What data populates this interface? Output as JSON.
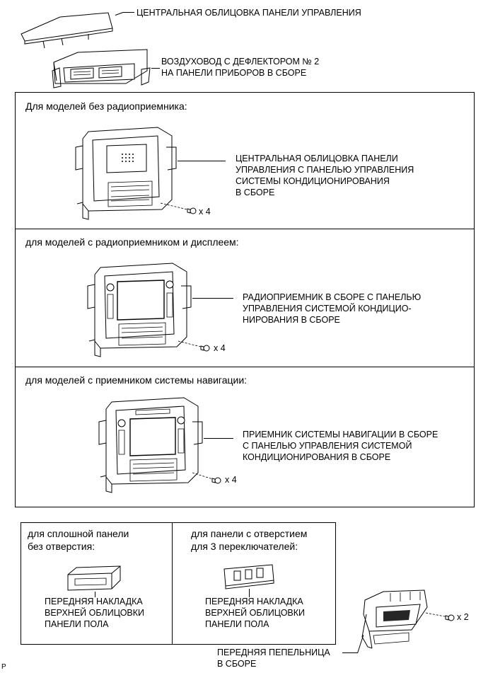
{
  "top": {
    "cover_label": "ЦЕНТРАЛЬНАЯ ОБЛИЦОВКА ПАНЕЛИ УПРАВЛЕНИЯ",
    "duct_label_1": "ВОЗДУХОВОД С ДЕФЛЕКТОРОМ № 2",
    "duct_label_2": "НА ПАНЕЛИ ПРИБОРОВ В СБОРЕ"
  },
  "sections": [
    {
      "header": "Для моделей без радиоприемника:",
      "label_lines": [
        "ЦЕНТРАЛЬНАЯ ОБЛИЦОВКА ПАНЕЛИ",
        "УПРАВЛЕНИЯ С ПАНЕЛЬЮ УПРАВЛЕНИЯ",
        "СИСТЕМЫ КОНДИЦИОНИРОВАНИЯ",
        "В СБОРЕ"
      ],
      "screw_qty": "x 4"
    },
    {
      "header": "для моделей с радиоприемником и дисплеем:",
      "label_lines": [
        "РАДИОПРИЕМНИК В СБОРЕ С ПАНЕЛЬЮ",
        "УПРАВЛЕНИЯ СИСТЕМОЙ КОНДИЦИО-",
        "НИРОВАНИЯ В СБОРЕ"
      ],
      "screw_qty": "x 4"
    },
    {
      "header": "для моделей с приемником системы навигации:",
      "label_lines": [
        "ПРИЕМНИК СИСТЕМЫ НАВИГАЦИИ В СБОРЕ",
        "С ПАНЕЛЬЮ УПРАВЛЕНИЯ СИСТЕМОЙ",
        "КОНДИЦИОНИРОВАНИЯ В СБОРЕ"
      ],
      "screw_qty": "x 4"
    }
  ],
  "bottom": {
    "left_header_1": "для сплошной панели",
    "left_header_2": "без отверстия:",
    "left_label": [
      "ПЕРЕДНЯЯ НАКЛАДКА",
      "ВЕРХНЕЙ ОБЛИЦОВКИ",
      "ПАНЕЛИ ПОЛА"
    ],
    "right_header_1": "для панели с отверстием",
    "right_header_2": "для 3 переключателей:",
    "right_label": [
      "ПЕРЕДНЯЯ НАКЛАДКА",
      "ВЕРХНЕЙ ОБЛИЦОВКИ",
      "ПАНЕЛИ ПОЛА"
    ],
    "ashtray_label_1": "ПЕРЕДНЯЯ ПЕПЕЛЬНИЦА",
    "ashtray_label_2": "В СБОРЕ",
    "ashtray_screw_qty": "x 2"
  },
  "corner_mark": "P"
}
